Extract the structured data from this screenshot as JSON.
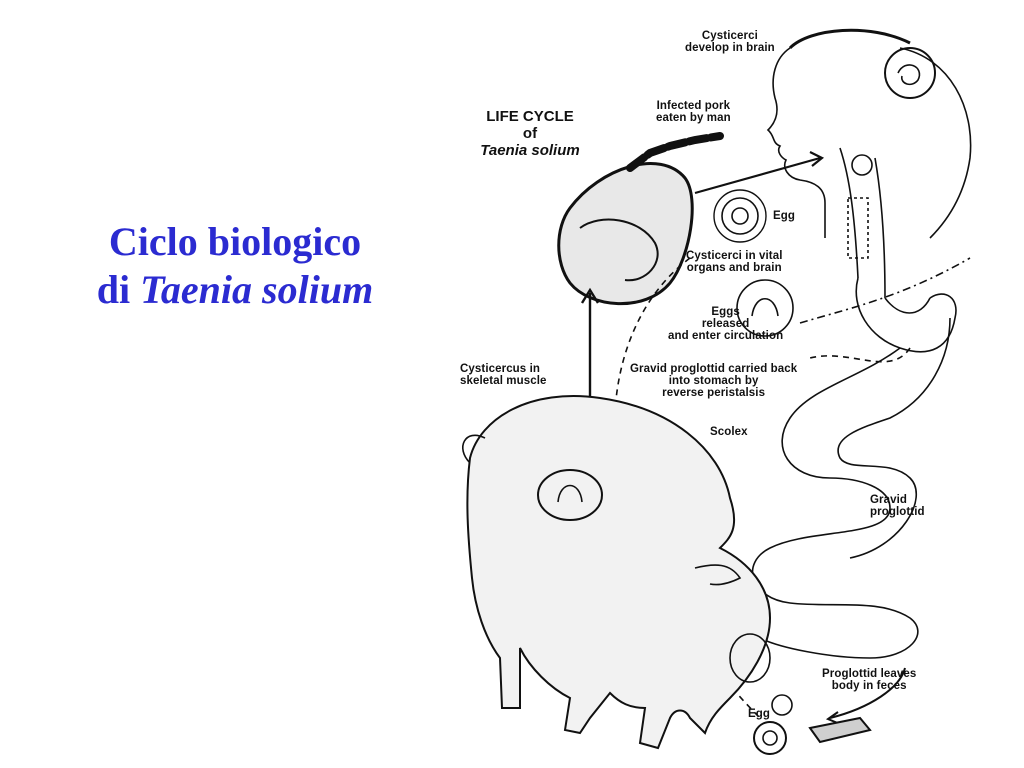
{
  "slide": {
    "title_line1": "Ciclo biologico",
    "title_line2_prefix": "di ",
    "title_line2_italic": "Taenia solium",
    "title_color": "#2b2bd1"
  },
  "figure": {
    "heading_line1": "LIFE CYCLE",
    "heading_line2": "of",
    "heading_line3": "Taenia solium",
    "labels": {
      "cysticerci_brain": "Cysticerci\ndevelop in brain",
      "infected_pork": "Infected pork\neaten by man",
      "egg_top": "Egg",
      "cysticerci_vital": "Cysticerci in vital\norgans and brain",
      "eggs_released": "Eggs\nreleased\nand enter circulation",
      "cysticercus_muscle": "Cysticercus in\nskeletal muscle",
      "gravid_back": "Gravid proglottid carried back\ninto stomach by\nreverse peristalsis",
      "scolex": "Scolex",
      "gravid_proglottid": "Gravid\nproglottid",
      "proglottid_leaves": "Proglottid leaves\nbody in feces",
      "egg_bottom": "Egg"
    }
  }
}
